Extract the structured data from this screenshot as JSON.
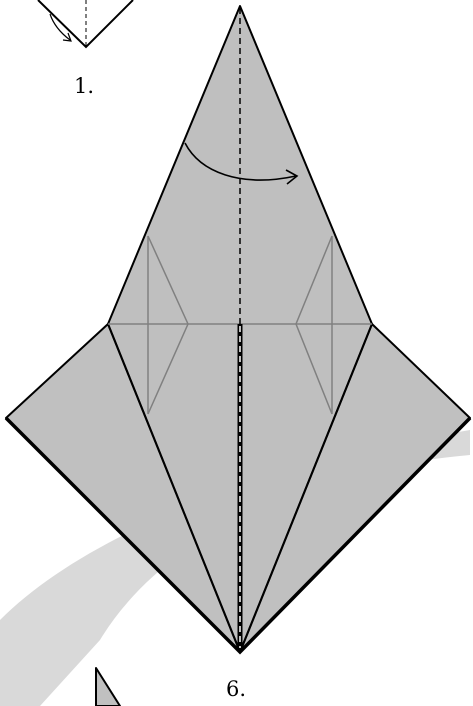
{
  "steps": {
    "previous": {
      "number_label": "1."
    },
    "current": {
      "number_label": "6."
    }
  },
  "colors": {
    "paper": "#c0c0c0",
    "paper_front": "#bfbfbf",
    "line": "#000000",
    "crease": "#808080",
    "background_arc": "#d9d9d9",
    "background": "#ffffff"
  },
  "icons": {
    "fold_arrow": "curved-arrow-icon",
    "valley_fold": "dashed-valley-fold-line"
  }
}
